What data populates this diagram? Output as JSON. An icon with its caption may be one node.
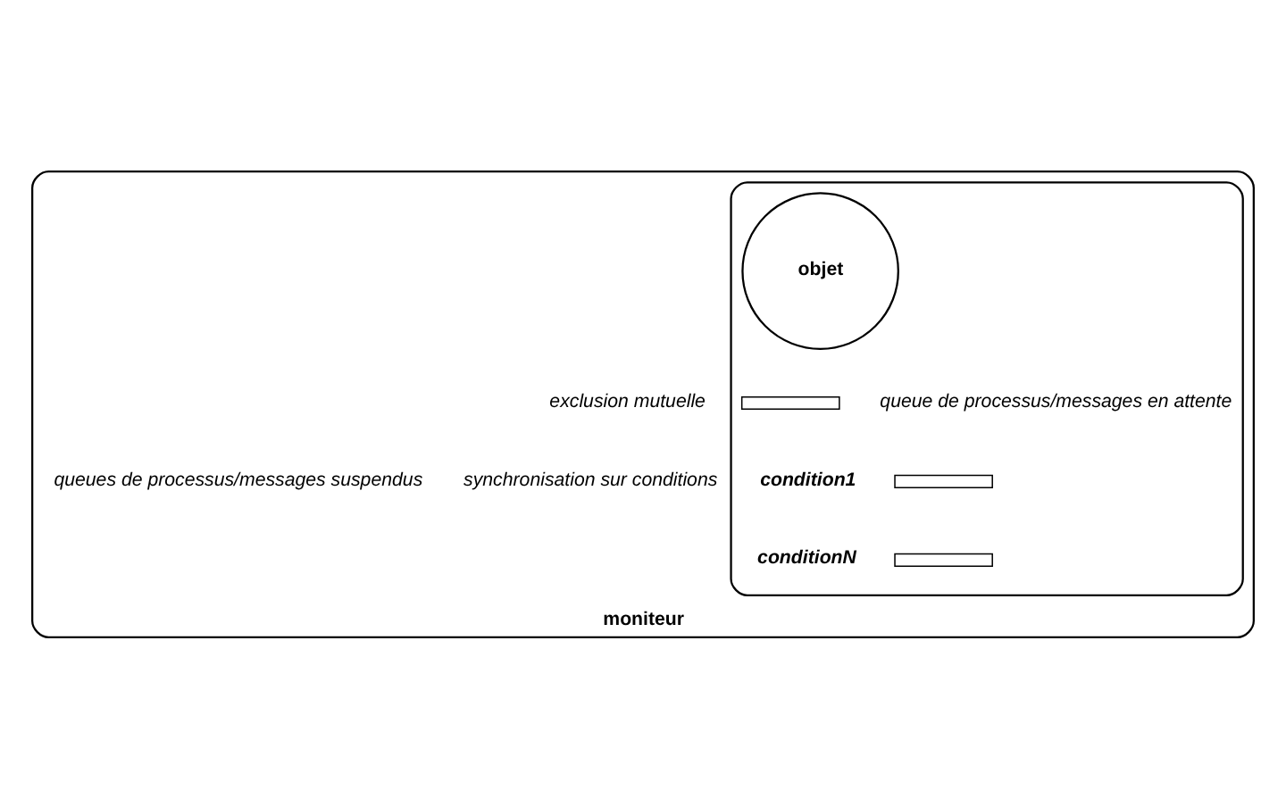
{
  "diagram": {
    "nodes": [
      {
        "text": [
          "moniteur"
        ]
      },
      {
        "text": [],
        "shape": "ellipse",
        "in": 0
      },
      {
        "text": [
          "objet"
        ],
        "in": 1
      },
      {
        "text": [],
        "shape": "bar",
        "in": 1,
        "beside": [
          "queue de processus/messages en attente"
        ]
      },
      {
        "text": [],
        "shape": "bar",
        "in": 1,
        "beside": [
          "condition1"
        ]
      },
      {
        "text": [],
        "shape": "bar",
        "in": 1,
        "beside": [
          "conditionN"
        ]
      }
    ],
    "edges": [],
    "labels": [
      "exclusion mutuelle",
      "synchronisation sur conditions",
      "queues de processus/messages suspendus"
    ]
  }
}
